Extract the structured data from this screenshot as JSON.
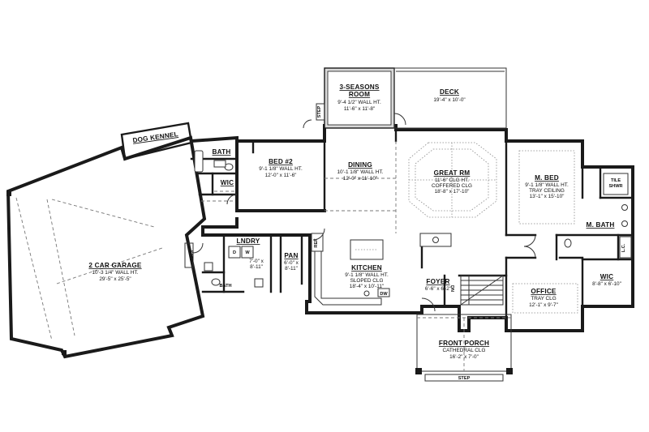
{
  "rooms": {
    "dog_kennel": {
      "name": "DOG KENNEL"
    },
    "garage": {
      "name": "2 CAR GARAGE",
      "wall_ht": "10'-3 1/4\" WALL HT.",
      "size": "29'-5\" x 25'-5\""
    },
    "bath_upper": {
      "name": "BATH"
    },
    "wic_upper": {
      "name": "WIC"
    },
    "bed2": {
      "name": "BED #2",
      "wall_ht": "9'-1 1/8\" WALL HT.",
      "size": "12'-0\" x 11'-6\""
    },
    "three_seasons": {
      "name_line1": "3-SEASONS",
      "name_line2": "ROOM",
      "wall_ht": "9'-4 1/2\" WALL HT.",
      "size": "11'-6\" x 11'-8\""
    },
    "deck": {
      "name": "DECK",
      "size": "19'-4\" x 10'-0\""
    },
    "dining": {
      "name": "DINING",
      "wall_ht": "10'-1 1/8\" WALL HT.",
      "size": "12'-0\" x 11'-10\""
    },
    "great_rm": {
      "name": "GREAT RM",
      "ceiling": "11'-6\" CLG HT.",
      "ceiling2": "COFFERED CLG",
      "size": "18'-8\" x 17'-10\""
    },
    "m_bed": {
      "name": "M. BED",
      "wall_ht": "9'-1 1/8\" WALL HT.",
      "ceiling": "TRAY CEILING",
      "size": "13'-1\" x 15'-10\""
    },
    "tile_shwr": {
      "line1": "TILE",
      "line2": "SHWR"
    },
    "m_bath": {
      "name": "M. BATH"
    },
    "lc": {
      "name": "L.C."
    },
    "lndry": {
      "name": "LNDRY",
      "size_line1": "7'-0\" x",
      "size_line2": "8'-11\""
    },
    "pan": {
      "name": "PAN",
      "size_line1": "6'-0\" x",
      "size_line2": "8'-11\""
    },
    "kitchen": {
      "name": "KITCHEN",
      "wall_ht": "9'-1 1/8\" WALL HT.",
      "ceiling": "SLOPED CLG",
      "size": "18'-4\" x 10'-11\""
    },
    "foyer": {
      "name": "FOYER",
      "size": "6'-6\" x 6'-2\""
    },
    "office": {
      "name": "OFFICE",
      "ceiling": "TRAY CLG",
      "size": "12'-1\" x 9'-7\""
    },
    "wic_master": {
      "name": "WIC",
      "size": "8'-8\" x 6'-10\""
    },
    "front_porch": {
      "name": "FRONT PORCH",
      "ceiling": "CATHEDRAL CLG",
      "size": "16'-2\" x 7'-0\""
    },
    "bath_lower": {
      "name": "BATH"
    }
  },
  "tags": {
    "step_garage": "STEP",
    "step_porch": "STEP",
    "step_seasons": "STEP",
    "ref": "REF",
    "dw": "DW",
    "dn": "DN",
    "dryer": "D",
    "washer": "W"
  }
}
